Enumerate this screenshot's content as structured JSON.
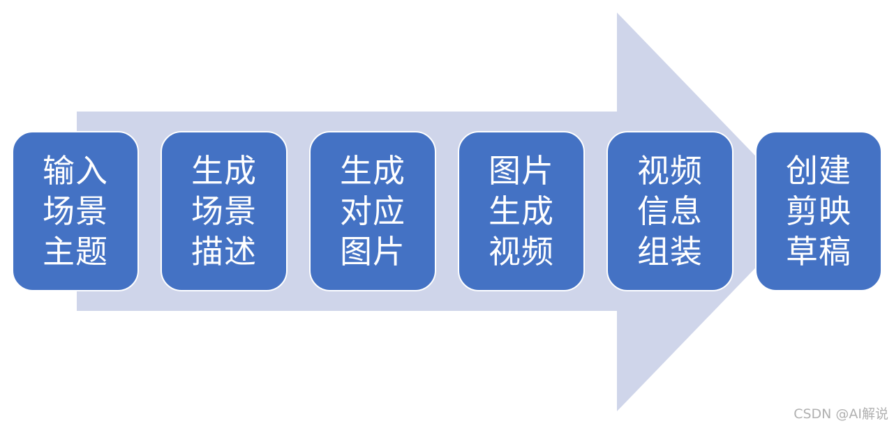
{
  "colors": {
    "arrow": "#cfd5ea",
    "box": "#4472c4",
    "box_text": "#ffffff",
    "watermark": "#b0b0b0"
  },
  "steps": [
    {
      "lines": [
        "输入",
        "场景",
        "主题"
      ]
    },
    {
      "lines": [
        "生成",
        "场景",
        "描述"
      ]
    },
    {
      "lines": [
        "生成",
        "对应",
        "图片"
      ]
    },
    {
      "lines": [
        "图片",
        "生成",
        "视频"
      ]
    },
    {
      "lines": [
        "视频",
        "信息",
        "组装"
      ]
    },
    {
      "lines": [
        "创建",
        "剪映",
        "草稿"
      ]
    }
  ],
  "watermark": "CSDN @AI解说"
}
